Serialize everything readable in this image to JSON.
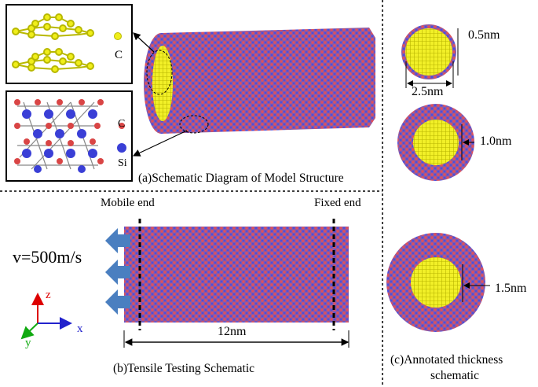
{
  "panel_a": {
    "caption": "(a)Schematic Diagram of Model Structure",
    "inset_graphite": {
      "element_label": "C"
    },
    "inset_sic": {
      "legend": [
        {
          "label": "C"
        },
        {
          "label": "Si"
        }
      ]
    }
  },
  "panel_b": {
    "caption": "(b)Tensile Testing Schematic",
    "mobile_end_label": "Mobile end",
    "fixed_end_label": "Fixed end",
    "velocity_label": "v=500m/s",
    "length_label": "12nm",
    "axes": {
      "z": "z",
      "x": "x",
      "y": "y"
    }
  },
  "panel_c": {
    "caption_line1": "(c)Annotated thickness",
    "caption_line2": "schematic",
    "diameter_label": "2.5nm",
    "thickness_labels": [
      "0.5nm",
      "1.0nm",
      "1.5nm"
    ]
  },
  "colors": {
    "carbon_red": "#d94545",
    "silicon_blue": "#3a3fd6",
    "graphene_yellow": "#f0ee1a",
    "tube_mix": "#9b4f9e",
    "arrow_blue": "#4a7fc0"
  }
}
